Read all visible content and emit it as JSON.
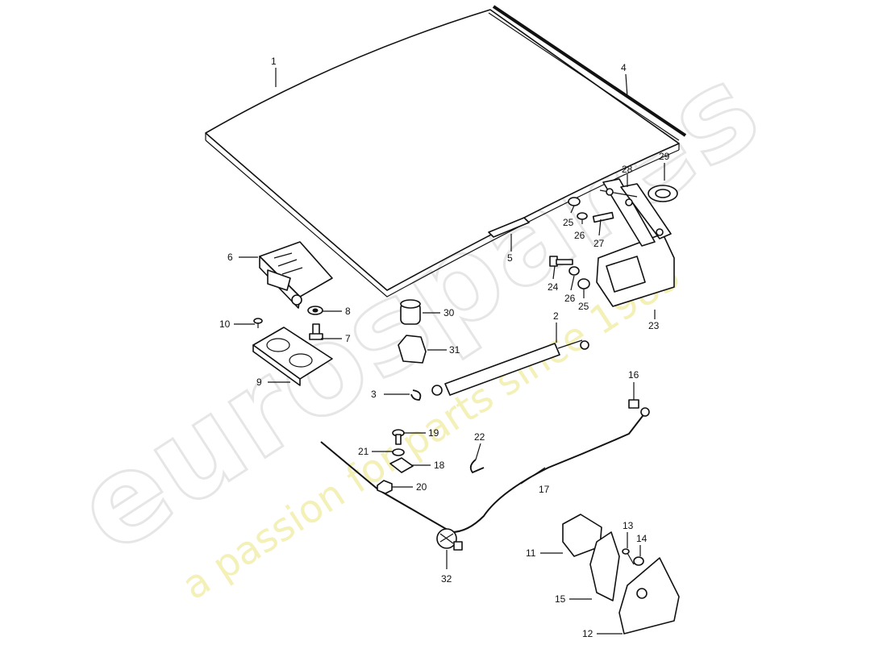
{
  "watermark": {
    "brand": "eurospares",
    "tagline": "a passion for parts since 1985"
  },
  "callouts": [
    {
      "id": "1",
      "label": "1"
    },
    {
      "id": "2",
      "label": "2"
    },
    {
      "id": "3",
      "label": "3"
    },
    {
      "id": "4",
      "label": "4"
    },
    {
      "id": "5",
      "label": "5"
    },
    {
      "id": "6",
      "label": "6"
    },
    {
      "id": "7",
      "label": "7"
    },
    {
      "id": "8",
      "label": "8"
    },
    {
      "id": "9",
      "label": "9"
    },
    {
      "id": "10",
      "label": "10"
    },
    {
      "id": "11",
      "label": "11"
    },
    {
      "id": "12",
      "label": "12"
    },
    {
      "id": "13",
      "label": "13"
    },
    {
      "id": "14",
      "label": "14"
    },
    {
      "id": "15",
      "label": "15"
    },
    {
      "id": "16",
      "label": "16"
    },
    {
      "id": "17",
      "label": "17"
    },
    {
      "id": "18",
      "label": "18"
    },
    {
      "id": "19",
      "label": "19"
    },
    {
      "id": "20",
      "label": "20"
    },
    {
      "id": "21",
      "label": "21"
    },
    {
      "id": "22",
      "label": "22"
    },
    {
      "id": "23",
      "label": "23"
    },
    {
      "id": "24",
      "label": "24"
    },
    {
      "id": "25a",
      "label": "25"
    },
    {
      "id": "25b",
      "label": "25"
    },
    {
      "id": "26a",
      "label": "26"
    },
    {
      "id": "26b",
      "label": "26"
    },
    {
      "id": "27",
      "label": "27"
    },
    {
      "id": "28",
      "label": "28"
    },
    {
      "id": "29",
      "label": "29"
    },
    {
      "id": "30",
      "label": "30"
    },
    {
      "id": "31",
      "label": "31"
    },
    {
      "id": "32",
      "label": "32"
    }
  ]
}
